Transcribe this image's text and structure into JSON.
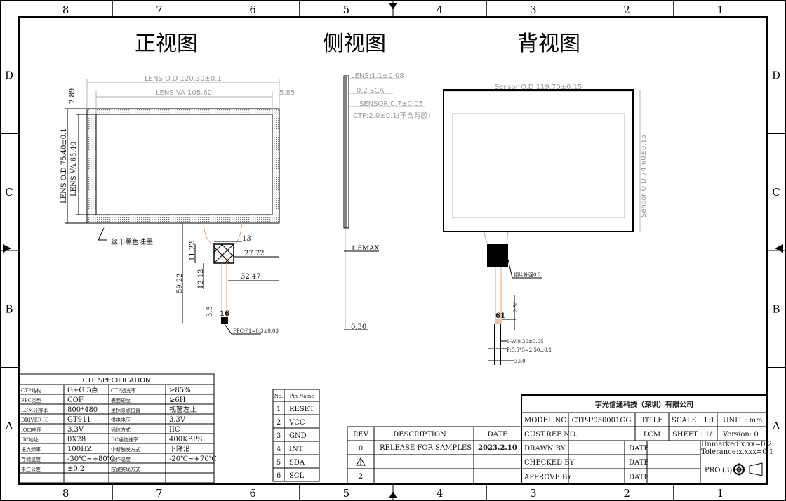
{
  "frame": {
    "columns": [
      "8",
      "7",
      "6",
      "5",
      "4",
      "3",
      "2",
      "1"
    ],
    "rows": [
      "D",
      "C",
      "B",
      "A"
    ]
  },
  "views": {
    "front_title": "正视图",
    "side_title": "侧视图",
    "back_title": "背视图"
  },
  "front": {
    "lens_od": "LENS O.D 120.30±0.1",
    "lens_va": "LENS VA  108.60",
    "margin": "5.85",
    "top_margin": "2.89",
    "od_v": "LENS O.D 75.40±0.1",
    "va_v": "LENS VA  65.40",
    "ink_note": "丝印黑色油墨",
    "d13": "13",
    "d2772": "27.72",
    "d3247": "32.47",
    "d1122": "11.22",
    "d1212": "12.12",
    "d5922": "59.22",
    "d35": "3.5",
    "pin_count": "16",
    "fpc_note": "FPC-P1=0.3±0.03"
  },
  "side": {
    "lens": "LENS:1.1±0.08",
    "sca": "0.2  SCA",
    "sensor": "SENSOR:0.7±0.05",
    "ctp": "CTP:2.0±0.1(不含背胶)",
    "fpc_max": "1.5MAX",
    "fpc_thk": "0.30"
  },
  "back": {
    "sensor_od": "Sensor O.D 119.70±0.15",
    "sensor_od_v": "Sensor O.D 74.60±0.15",
    "stiffener": "钢片补强0.2",
    "d250": "2.50",
    "pins": "61",
    "width": "6-W:0.30±0.05",
    "pitch": "P:0.5*5=2.50±0.1",
    "d350": "3.50"
  },
  "spec": {
    "title": "CTP SPECIFICATION",
    "rows": [
      [
        "CTP结构",
        "G+G 5点",
        "CTP透光率",
        "≥85%"
      ],
      [
        "FPC类型",
        "COF",
        "表面硬度",
        "≥6H"
      ],
      [
        "LCM分辨率",
        "800*480",
        "坐标原点位置",
        "视窗左上"
      ],
      [
        "DRIVER IC",
        "GT911",
        "供电电压",
        "3.3V"
      ],
      [
        "IO口电压",
        "3.3V",
        "通信方式",
        "IIC"
      ],
      [
        "IIC地址",
        "0X28",
        "IIC通信速率",
        "400KBPS"
      ],
      [
        "报点频率",
        "100HZ",
        "中断触发方式",
        "下降沿"
      ],
      [
        "存储温度",
        "-30℃~+80℃",
        "操作温度",
        "-20℃~+70℃"
      ],
      [
        "未注公差",
        "±0.2",
        "按键实现方式",
        ""
      ],
      [
        "",
        "",
        "",
        ""
      ]
    ]
  },
  "pins": {
    "header": [
      "No.",
      "Pin Name"
    ],
    "rows": [
      [
        "1",
        "RESET"
      ],
      [
        "2",
        "VCC"
      ],
      [
        "3",
        "GND"
      ],
      [
        "4",
        "INT"
      ],
      [
        "5",
        "SDA"
      ],
      [
        "6",
        "SCL"
      ]
    ]
  },
  "revision": {
    "header": [
      "REV",
      "DESCRIPTION",
      "DATE"
    ],
    "rows": [
      [
        "0",
        "RELEASE FOR SAMPLES",
        "2023.2.10"
      ],
      [
        "1",
        "",
        ""
      ],
      [
        "2",
        "",
        ""
      ]
    ]
  },
  "titleblock": {
    "company": "宇光信通科技（深圳）有限公司",
    "model_label": "MODEL NO.",
    "model": "CTP-P050001GG",
    "title_label": "TITLE",
    "title": "LCM",
    "scale": "SCALE : 1:1",
    "unit": "UNIT : mm",
    "cust_label": "CUST.REF NO.",
    "sheet": "SHEET : 1/1",
    "version": "Version: 0",
    "drawn": "DRAWN BY",
    "checked": "CHECKED BY",
    "approve": "APPROVE BY",
    "date": "DATE",
    "tol1": "Unmarked  x.xx=0.2",
    "tol2": "Tolerance:x.xxx=0.1",
    "projection": "PRO.(3):"
  }
}
